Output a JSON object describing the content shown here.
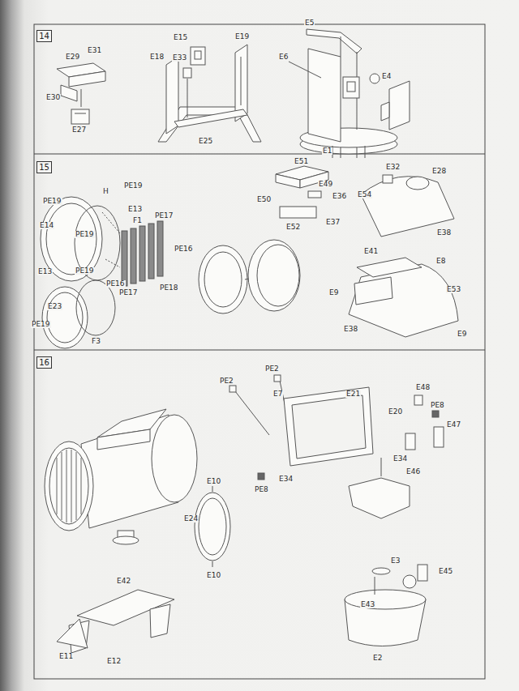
{
  "diagram": {
    "nodes": [
      {
        "text": [
          "14"
        ]
      },
      {
        "text": [
          "15"
        ]
      },
      {
        "text": [
          "16"
        ]
      }
    ],
    "labels": [
      "E29",
      "E31",
      "E30",
      "E27",
      "E15",
      "E19",
      "E18",
      "E33",
      "E25",
      "E5",
      "E6",
      "E4",
      "E1",
      "PE19",
      "H",
      "PE19",
      "E13",
      "F1",
      "PE17",
      "E14",
      "PE19",
      "PE16",
      "E13",
      "PE19",
      "PE16",
      "PE17",
      "PE18",
      "E23",
      "PE19",
      "F3",
      "E51",
      "E49",
      "E50",
      "E36",
      "E37",
      "E52",
      "E32",
      "E28",
      "E54",
      "E38",
      "E41",
      "E8",
      "E9",
      "E53",
      "E38",
      "E9",
      "PE2",
      "PE2",
      "E7",
      "E21",
      "E48",
      "PE8",
      "E20",
      "E47",
      "E34",
      "E46",
      "E34",
      "PE8",
      "E10",
      "E24",
      "E10",
      "E42",
      "E11",
      "E12",
      "E3",
      "E45",
      "E43",
      "E2"
    ]
  }
}
